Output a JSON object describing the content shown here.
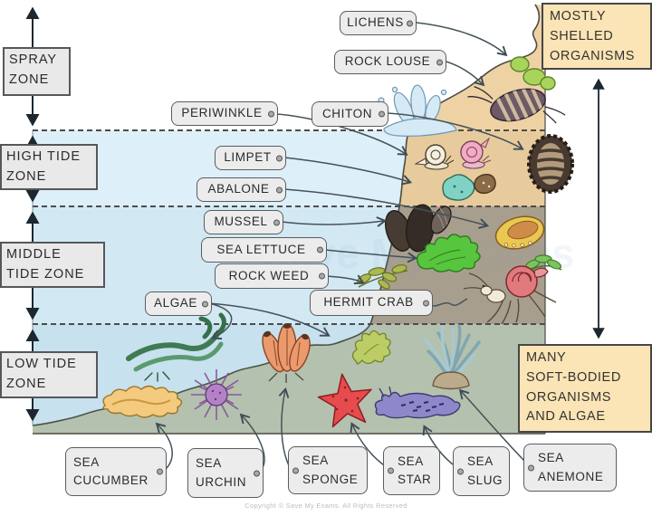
{
  "diagram": {
    "zone_labels": {
      "spray": "SPRAY\nZONE",
      "high": "HIGH TIDE\nZONE",
      "middle": "MIDDLE\nTIDE ZONE",
      "low": "LOW TIDE\nZONE"
    },
    "organism_labels": {
      "lichens": "LICHENS",
      "rock_louse": "ROCK LOUSE",
      "periwinkle": "PERIWINKLE",
      "chiton": "CHITON",
      "limpet": "LIMPET",
      "abalone": "ABALONE",
      "mussel": "MUSSEL",
      "sea_lettuce": "SEA LETTUCE",
      "rock_weed": "ROCK WEED",
      "algae": "ALGAE",
      "hermit_crab": "HERMIT CRAB",
      "sea_cucumber": "SEA\nCUCUMBER",
      "sea_urchin": "SEA\nURCHIN",
      "sea_sponge": "SEA\nSPONGE",
      "sea_star": "SEA\nSTAR",
      "sea_slug": "SEA\nSLUG",
      "sea_anemone": "SEA\nANEMONE"
    },
    "note_boxes": {
      "top": "MOSTLY\nSHELLED\nORGANISMS",
      "bottom": "MANY\nSOFT-BODIED\nORGANISMS\nAND ALGAE"
    },
    "copyright": "Copyright © Save My Exams. All Rights Reserved",
    "colors": {
      "spray_rock": "#eed2a4",
      "high_tide_rock": "#e7cb9c",
      "middle_tide_rock": "#a89e8e",
      "low_tide_rock": "#b4c1ae",
      "water": "#d5ecf7",
      "note_box": "#fbe4b5",
      "label_box": "#ececec"
    }
  }
}
